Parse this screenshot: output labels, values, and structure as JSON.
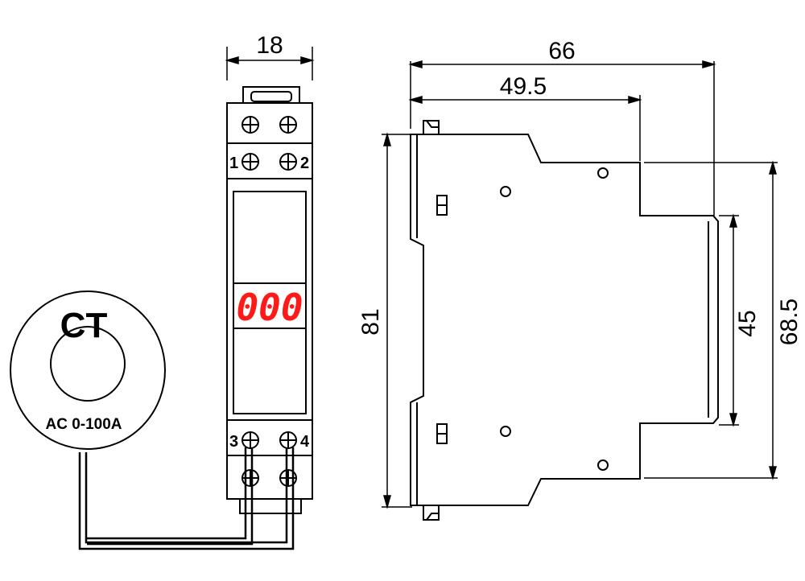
{
  "dimensions": {
    "front_width": "18",
    "side_depth": "66",
    "side_depth_inner": "49.5",
    "height": "81",
    "rail_height": "45",
    "front_height": "68.5"
  },
  "terminals": {
    "t1": "1",
    "t2": "2",
    "t3": "3",
    "t4": "4"
  },
  "display": {
    "reading": "000",
    "color": "#ff1a1a"
  },
  "ct": {
    "title": "CT",
    "range": "AC 0-100A"
  }
}
